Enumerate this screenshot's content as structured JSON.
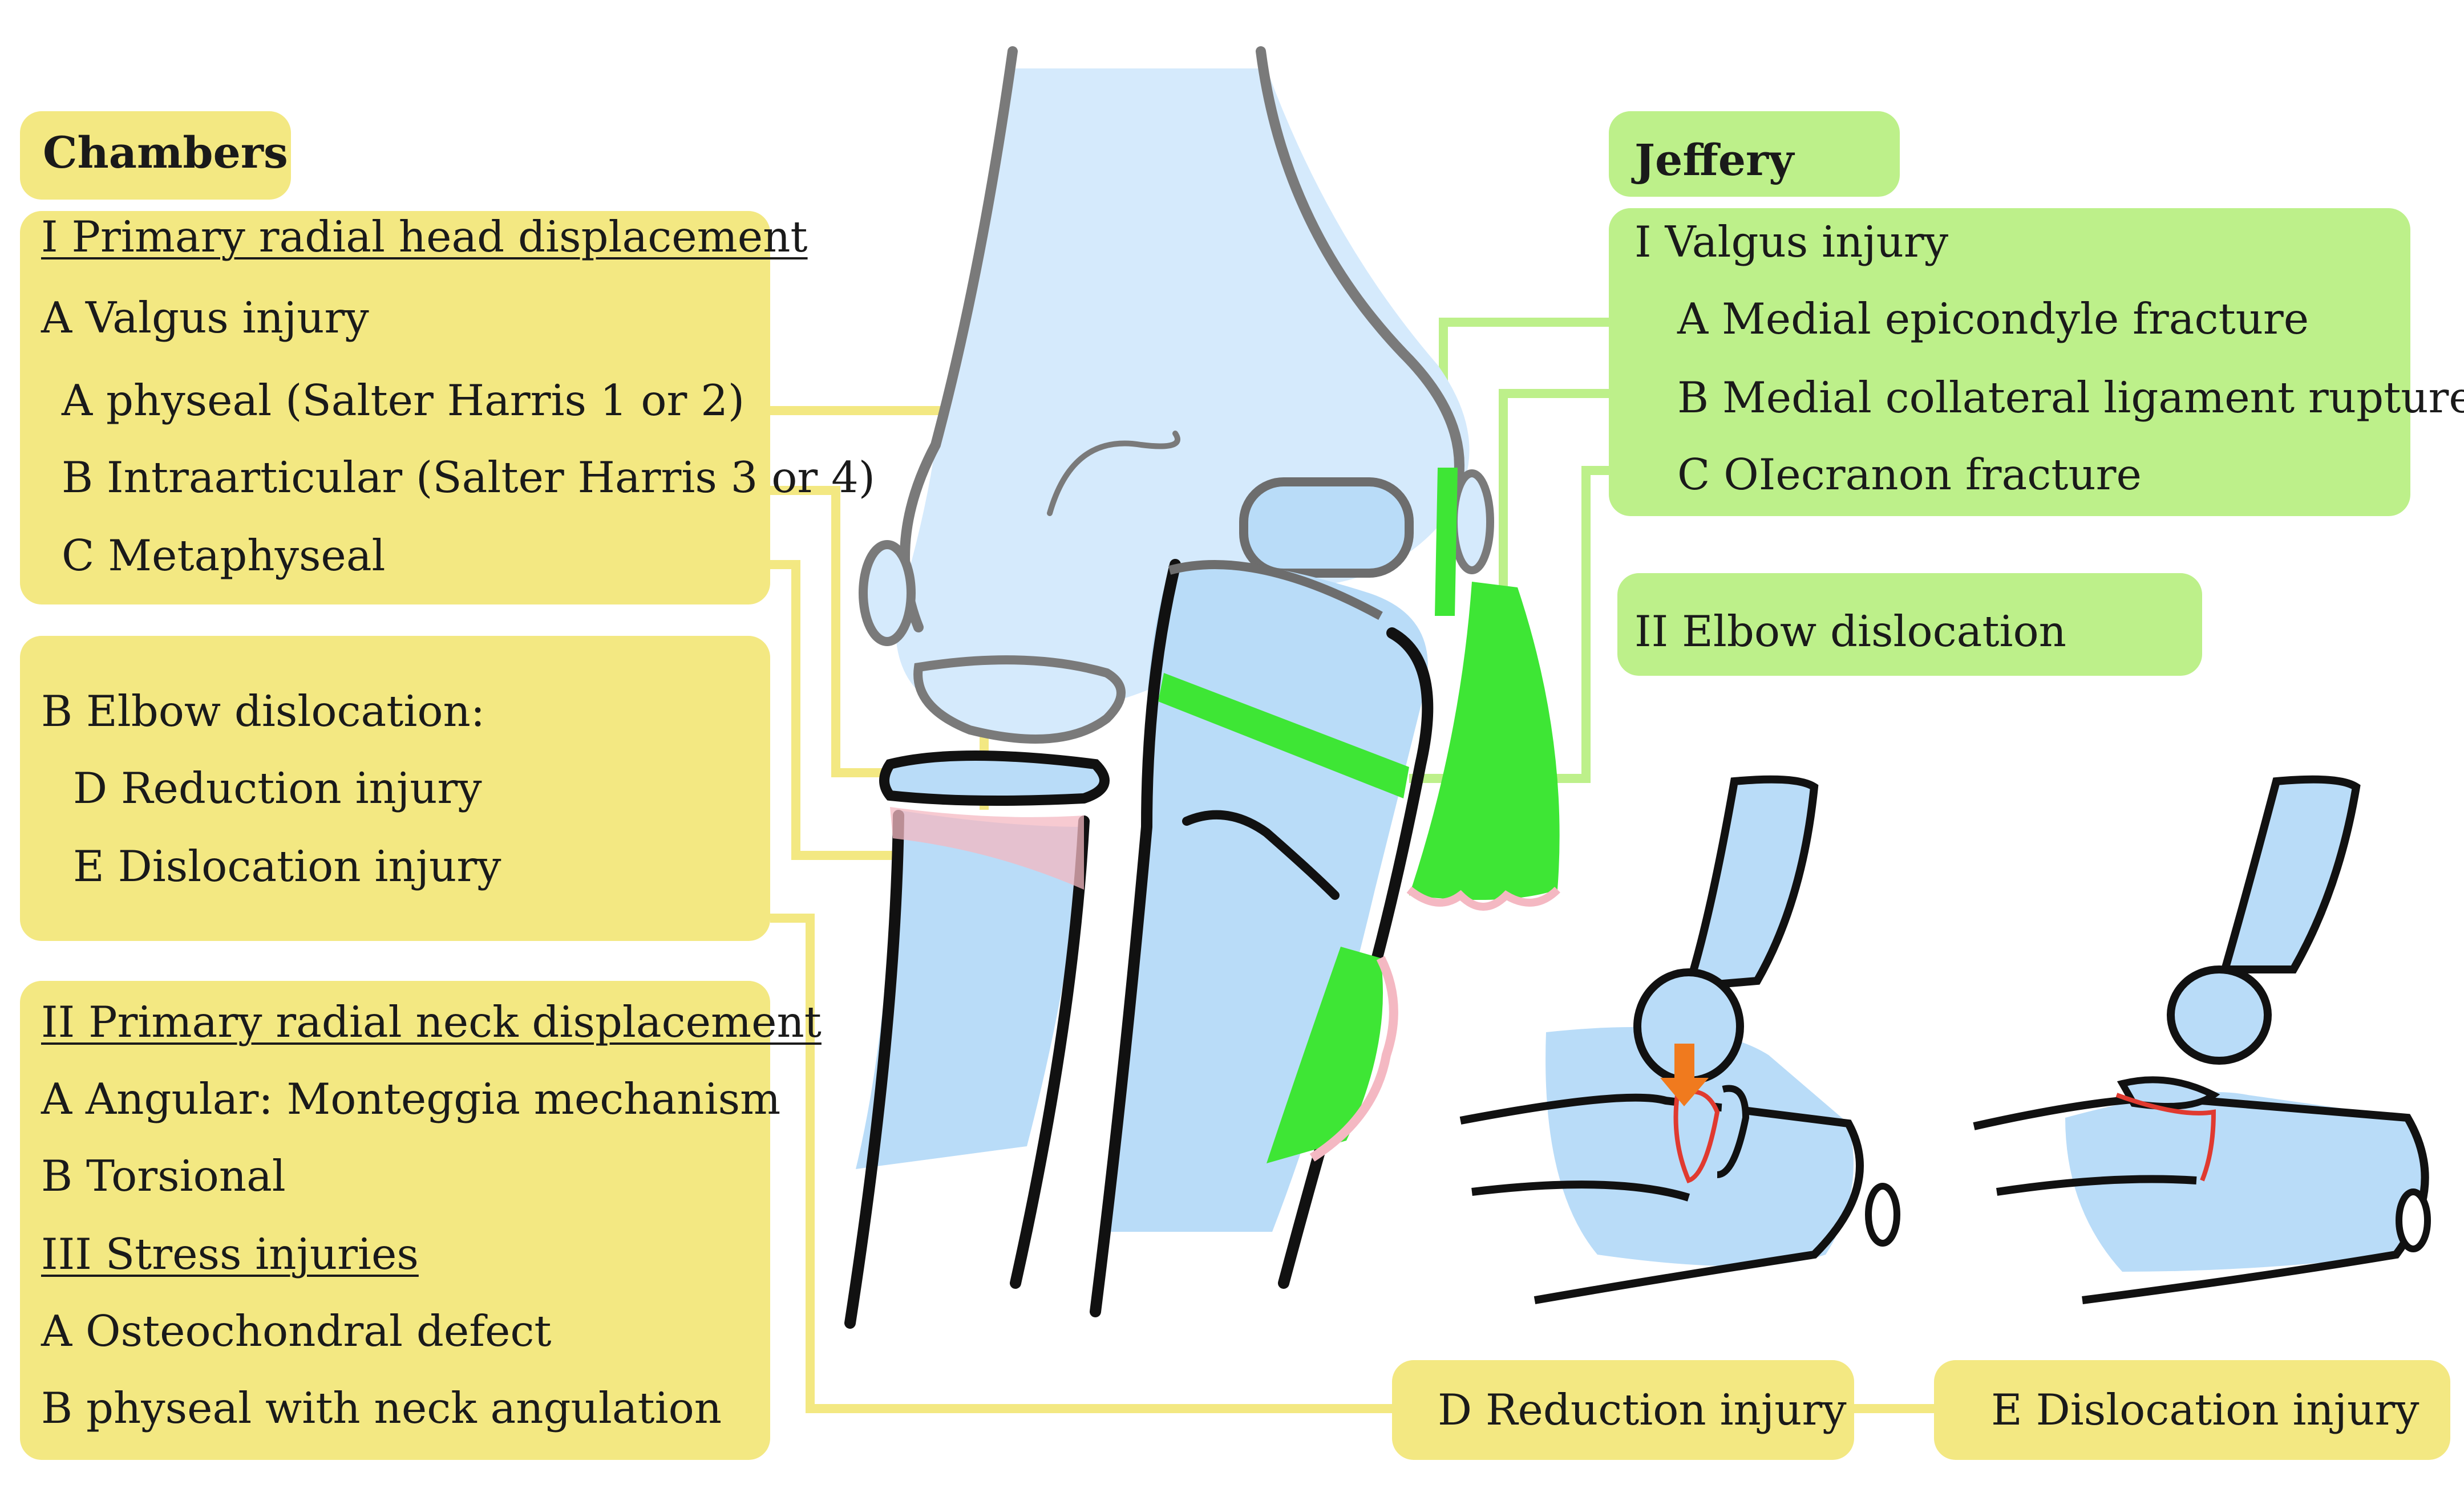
{
  "chambers": {
    "title": "Chambers",
    "group1": {
      "heading": "I Primary radial head displacement",
      "items": [
        "A Valgus injury",
        "A  physeal (Salter Harris 1 or 2)",
        "B Intraarticular (Salter Harris 3 or 4)",
        "C Metaphyseal"
      ]
    },
    "group2": {
      "heading": "B Elbow dislocation:",
      "items": [
        "D Reduction injury",
        "E Dislocation injury"
      ]
    },
    "group3": {
      "heading": "II Primary radial neck displacement",
      "items": [
        "A Angular: Monteggia mechanism",
        "B Torsional"
      ],
      "subheading": "III Stress injuries",
      "subitems": [
        "A Osteochondral defect",
        "B physeal with neck angulation"
      ]
    }
  },
  "jeffery": {
    "title": "Jeffery",
    "group1": {
      "heading": "I  Valgus injury",
      "items": [
        "A  Medial epicondyle fracture",
        "B Medial collateral ligament rupture",
        "C OIecranon fracture"
      ]
    },
    "group2": {
      "heading": "II  Elbow dislocation"
    }
  },
  "bottom_labels": {
    "reduction": "D Reduction injury",
    "dislocation": "E Dislocation injury"
  },
  "colors": {
    "chambers_box": "#f3e882",
    "jeffery_box": "#bdf08a",
    "bone_fill": "#b9dcf8",
    "fracture_green": "#3ee635",
    "arrow": "#f07a1e",
    "fracture_line": "#e03a30"
  }
}
